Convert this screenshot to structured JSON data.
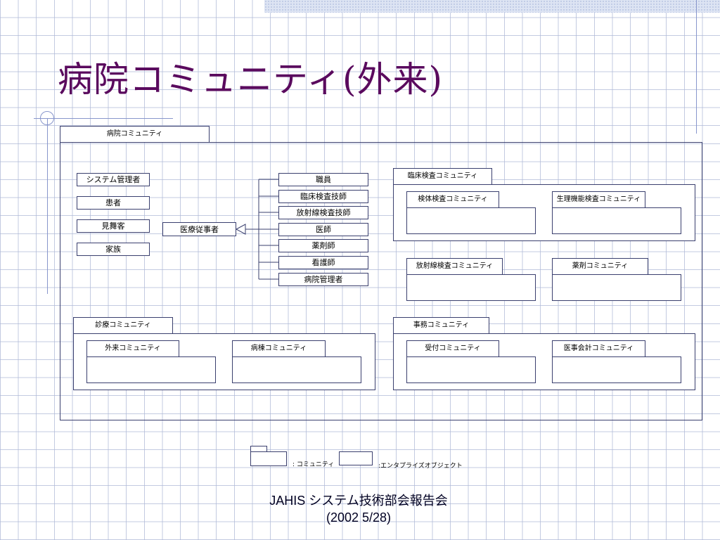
{
  "slide": {
    "title": "病院コミュニティ(外来)",
    "footer_line1": "JAHIS システム技術部会報告会",
    "footer_line2": "(2002 5/28)"
  },
  "colors": {
    "title": "#5a0a5e",
    "box_border": "#3a3f6e",
    "accent_line": "#8896cc",
    "grid": "#afb9d7"
  },
  "diagram": {
    "hospital_community": "病院コミュニティ",
    "people": [
      "システム管理者",
      "患者",
      "見舞客",
      "家族"
    ],
    "medical_staff": "医療従事者",
    "staff_roles": [
      "職員",
      "臨床検査技師",
      "放射線検査技師",
      "医師",
      "薬剤師",
      "看護師",
      "病院管理者"
    ],
    "clinical_lab": {
      "label": "臨床検査コミュニティ",
      "children": [
        "検体検査コミュニティ",
        "生理機能検査コミュニティ"
      ]
    },
    "radiology": "放射線検査コミュニティ",
    "pharmacy": "薬剤コミュニティ",
    "medical_care": {
      "label": "診療コミュニティ",
      "children": [
        "外来コミュニティ",
        "病棟コミュニティ"
      ]
    },
    "office": {
      "label": "事務コミュニティ",
      "children": [
        "受付コミュニティ",
        "医事会計コミュニティ"
      ]
    }
  },
  "legend": {
    "community": ": コミュニティ",
    "enterprise_object": ":エンタプライズオブジェクト"
  }
}
